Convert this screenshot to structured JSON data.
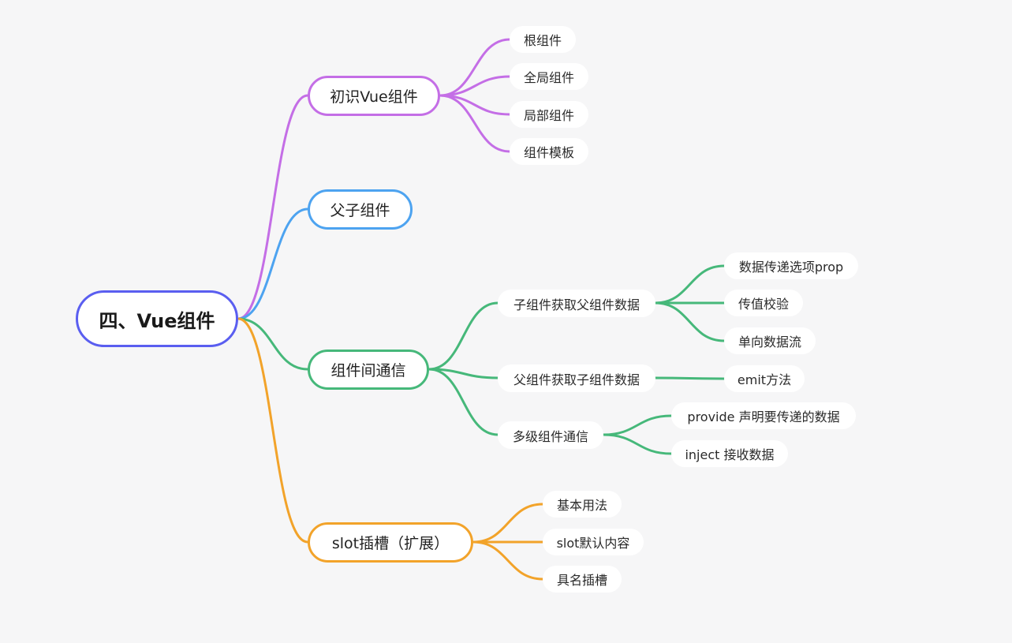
{
  "colors": {
    "root": "#5a5ef0",
    "purple": "#c46ee6",
    "blue": "#4da3f0",
    "green": "#46b87a",
    "orange": "#f2a32a"
  },
  "mindmap": {
    "root": "四、Vue组件",
    "branches": [
      {
        "label": "初识Vue组件",
        "color": "purple",
        "children": [
          {
            "label": "根组件"
          },
          {
            "label": "全局组件"
          },
          {
            "label": "局部组件"
          },
          {
            "label": "组件模板"
          }
        ]
      },
      {
        "label": "父子组件",
        "color": "blue",
        "children": []
      },
      {
        "label": "组件间通信",
        "color": "green",
        "children": [
          {
            "label": "子组件获取父组件数据",
            "children": [
              {
                "label": "数据传递选项prop"
              },
              {
                "label": "传值校验"
              },
              {
                "label": "单向数据流"
              }
            ]
          },
          {
            "label": "父组件获取子组件数据",
            "children": [
              {
                "label": "emit方法"
              }
            ]
          },
          {
            "label": "多级组件通信",
            "children": [
              {
                "label": "provide 声明要传递的数据"
              },
              {
                "label": "inject 接收数据"
              }
            ]
          }
        ]
      },
      {
        "label": "slot插槽（扩展）",
        "color": "orange",
        "children": [
          {
            "label": "基本用法"
          },
          {
            "label": "slot默认内容"
          },
          {
            "label": "具名插槽"
          }
        ]
      }
    ]
  }
}
